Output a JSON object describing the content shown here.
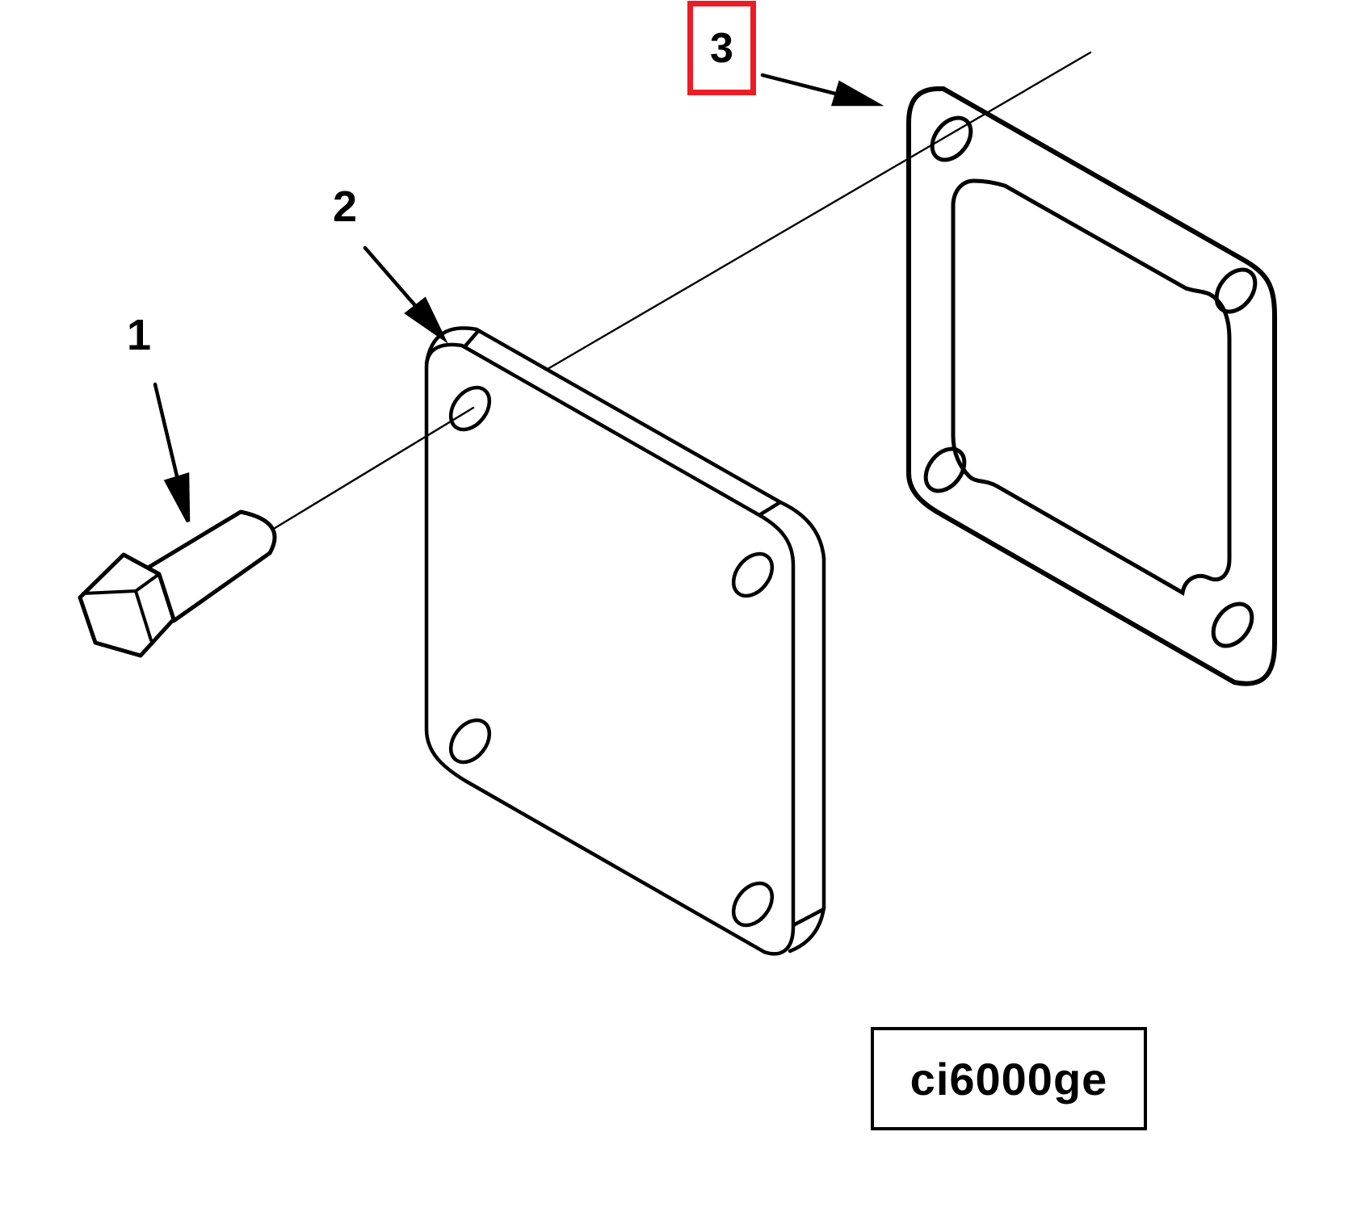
{
  "diagram": {
    "figure_code": "ci6000ge",
    "background_color": "#ffffff",
    "line_color": "#000000",
    "highlight_color": "#ED1C24",
    "callouts": [
      {
        "label": "1",
        "highlighted": false
      },
      {
        "label": "2",
        "highlighted": false
      },
      {
        "label": "3",
        "highlighted": true
      }
    ]
  }
}
